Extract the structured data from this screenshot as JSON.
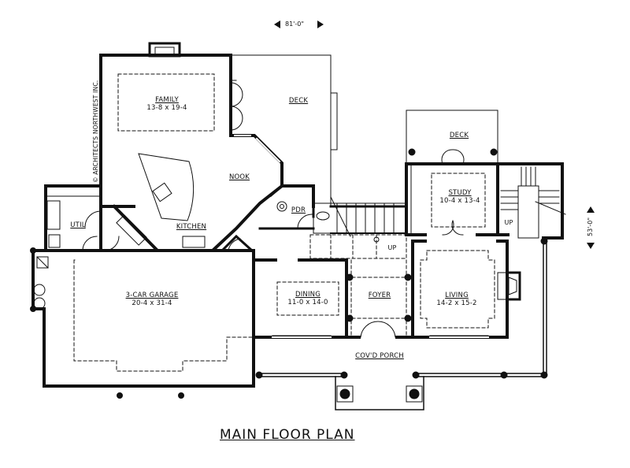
{
  "title": "MAIN FLOOR PLAN",
  "copyright": "© ARCHITECTS NORTHWEST INC.",
  "overall_dimensions": {
    "width": "81'-0\"",
    "depth": "53'-0\""
  },
  "rooms": {
    "family": {
      "name": "FAMILY",
      "size": "13-8 x 19-4"
    },
    "deck_rear": {
      "name": "DECK"
    },
    "nook": {
      "name": "NOOK"
    },
    "kitchen": {
      "name": "KITCHEN"
    },
    "util": {
      "name": "UTIL"
    },
    "pdr": {
      "name": "PDR"
    },
    "deck_study": {
      "name": "DECK"
    },
    "study": {
      "name": "STUDY",
      "size": "10-4 x 13-4"
    },
    "garage": {
      "name": "3-CAR GARAGE",
      "size": "20-4 x 31-4"
    },
    "dining": {
      "name": "DINING",
      "size": "11-0 x 14-0"
    },
    "foyer": {
      "name": "FOYER"
    },
    "living": {
      "name": "LIVING",
      "size": "14-2 x 15-2"
    },
    "porch": {
      "name": "COV'D PORCH"
    }
  },
  "stairs": [
    {
      "label": "UP"
    },
    {
      "label": "UP"
    }
  ]
}
